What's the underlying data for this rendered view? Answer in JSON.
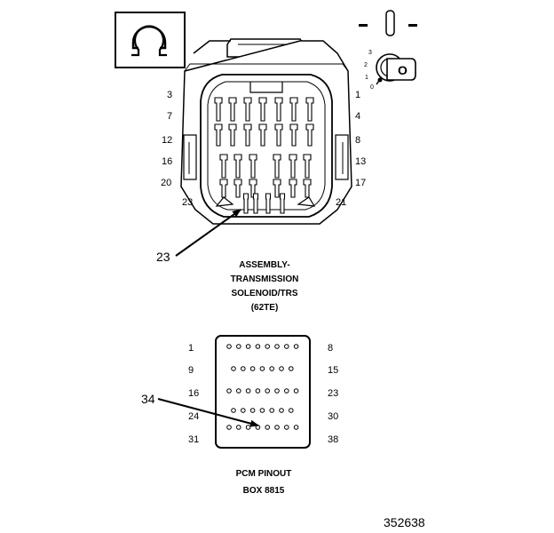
{
  "symbols": {
    "ohm_icon": "ohm-icon",
    "ignition_key_icon": "ignition-key-icon",
    "ignition_off_marker": "▬",
    "ignition_on_marker": "▬",
    "ignition_key_letter": "O",
    "ignition_positions": [
      "3",
      "2",
      "1",
      "0"
    ]
  },
  "connector": {
    "left_pins": [
      "3",
      "7",
      "12",
      "16",
      "20",
      "23"
    ],
    "right_pins": [
      "1",
      "4",
      "8",
      "13",
      "17",
      "21"
    ],
    "callout": "23",
    "title_lines": [
      "ASSEMBLY-",
      "TRANSMISSION",
      "SOLENOID/TRS",
      "(62TE)"
    ]
  },
  "pcm": {
    "left_pins": [
      "1",
      "9",
      "16",
      "24",
      "31"
    ],
    "right_pins": [
      "8",
      "15",
      "23",
      "30",
      "38"
    ],
    "callout": "34",
    "row_pin_counts": [
      8,
      7,
      8,
      7,
      8
    ],
    "title_lines": [
      "PCM PINOUT",
      "BOX 8815"
    ]
  },
  "figure_id": "352638"
}
